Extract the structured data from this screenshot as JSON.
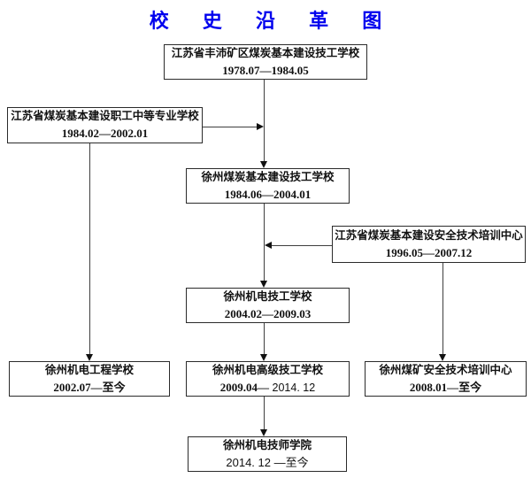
{
  "title": {
    "text": "校 史 沿 革 图",
    "color": "#0000EE"
  },
  "nodes": [
    {
      "name": "江苏省丰沛矿区煤炭基本建设技工学校",
      "period": "1978.07—1984.05"
    },
    {
      "name": "江苏省煤炭基本建设职工中等专业学校",
      "period": "1984.02—2002.01"
    },
    {
      "name": "徐州煤炭基本建设技工学校",
      "period": "1984.06—2004.01"
    },
    {
      "name": "江苏省煤炭基本建设安全技术培训中心",
      "period": "1996.05—2007.12"
    },
    {
      "name": "徐州机电技工学校",
      "period": "2004.02—2009.03"
    },
    {
      "name": "徐州机电工程学校",
      "period": "2002.07—至今"
    },
    {
      "name": "徐州机电高级技工学校",
      "period": "2009.04—",
      "period_suffix": " 2014. 12"
    },
    {
      "name": "徐州煤矿安全技术培训中心",
      "period": "2008.01—至今"
    },
    {
      "name": "徐州机电技师学院",
      "period": "2014. 12 —至今"
    }
  ],
  "edges": [
    {
      "from": "江苏省丰沛矿区煤炭基本建设技工学校",
      "to": "徐州煤炭基本建设技工学校"
    },
    {
      "from": "江苏省煤炭基本建设职工中等专业学校",
      "to": "徐州煤炭基本建设技工学校"
    },
    {
      "from": "江苏省煤炭基本建设职工中等专业学校",
      "to": "徐州机电工程学校"
    },
    {
      "from": "江苏省煤炭基本建设安全技术培训中心",
      "to": "徐州机电技工学校"
    },
    {
      "from": "江苏省煤炭基本建设安全技术培训中心",
      "to": "徐州煤矿安全技术培训中心"
    },
    {
      "from": "徐州煤炭基本建设技工学校",
      "to": "徐州机电技工学校"
    },
    {
      "from": "徐州机电技工学校",
      "to": "徐州机电高级技工学校"
    },
    {
      "from": "徐州机电高级技工学校",
      "to": "徐州机电技师学院"
    }
  ]
}
